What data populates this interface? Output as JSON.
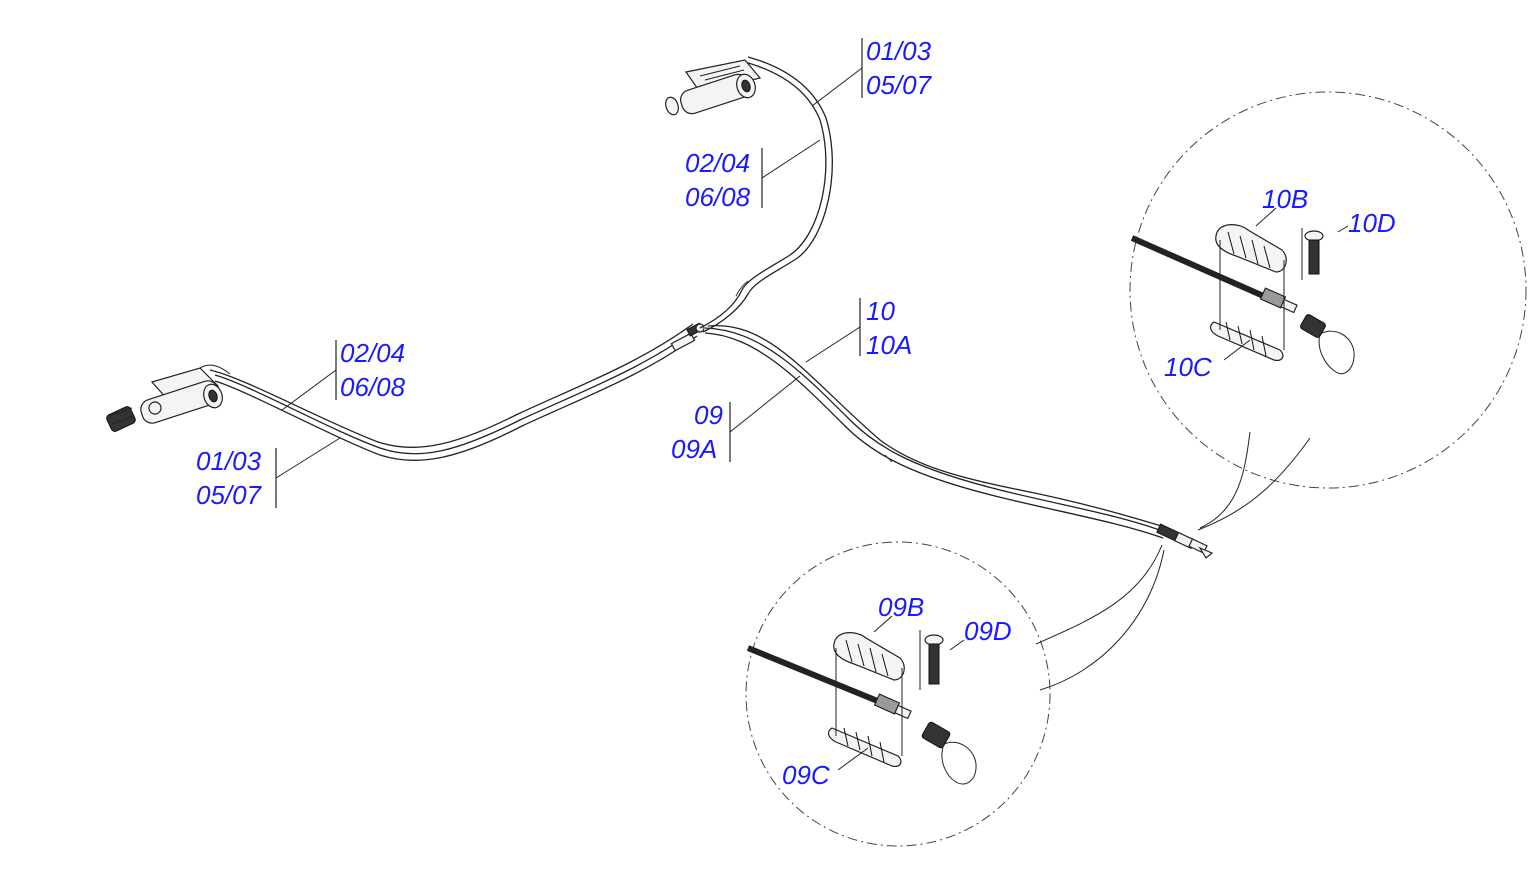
{
  "labels": {
    "top_right_a": "01/03",
    "top_right_b": "05/07",
    "top_mid_a": "02/04",
    "top_mid_b": "06/08",
    "left_upper_a": "02/04",
    "left_upper_b": "06/08",
    "left_lower_a": "01/03",
    "left_lower_b": "05/07",
    "center_upper_a": "10",
    "center_upper_b": "10A",
    "center_lower_a": "09",
    "center_lower_b": "09A",
    "detail10_b": "10B",
    "detail10_c": "10C",
    "detail10_d": "10D",
    "detail09_b": "09B",
    "detail09_c": "09C",
    "detail09_d": "09D"
  },
  "colors": {
    "label": "#1a1aff",
    "line": "#222222"
  }
}
